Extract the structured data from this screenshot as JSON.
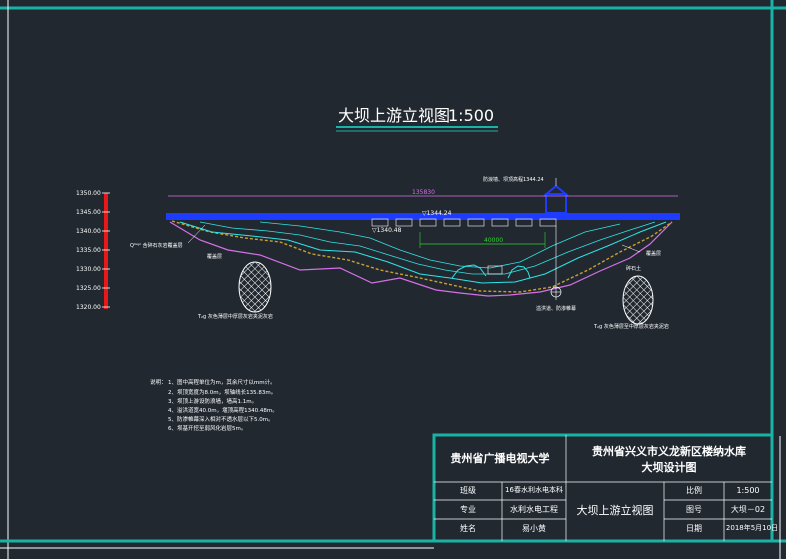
{
  "drawing": {
    "title": "大坝上游立视图",
    "scale_text": "1:500"
  },
  "elevation_scale": {
    "ticks": [
      "1350.00",
      "1345.00",
      "1340.00",
      "1335.00",
      "1330.00",
      "1325.00",
      "1320.00"
    ]
  },
  "dimensions": {
    "crest_length": "135830",
    "crest_elevation": "▽1344.24",
    "water_level": "▽1340.48",
    "spillway_width": "40000"
  },
  "annotations": {
    "top_note": "防浪墙、坝顶高程1344.24",
    "left_bank_1": "Q⁰ᵉᵖⁱ 含碎石灰岩覆盖层",
    "left_bank_2": "覆盖层",
    "right_bank_1": "覆盖层",
    "right_bank_2": "碎石土",
    "bottom_left": "T₂g 灰色薄层中厚层灰岩夹泥灰岩",
    "bottom_center": "溢洪道、防渗帷幕",
    "bottom_right": "T₂g 灰色薄层至中厚层灰岩夹泥岩"
  },
  "notes": {
    "heading": "说明：",
    "lines": [
      "1、图中高程单位为m，其余尺寸以mm计。",
      "2、坝顶宽度为8.0m，坝轴线长135.83m。",
      "3、坝顶上游设防浪墙，墙高1.1m。",
      "4、溢洪道宽40.0m，堰顶高程1340.48m。",
      "5、防渗帷幕深入相对不透水层以下5.0m。",
      "6、坝基开挖至弱风化岩层5m。"
    ]
  },
  "title_block": {
    "school": "贵州省广播电视大学",
    "project_line1": "贵州省兴义市义龙新区楼纳水库",
    "project_line2": "大坝设计图",
    "row_labels": [
      "班级",
      "专业",
      "姓名"
    ],
    "row_values": [
      "16春水利水电本科",
      "水利水电工程",
      "易小黄"
    ],
    "sheet_title": "大坝上游立视图",
    "right_labels": [
      "比例",
      "图号",
      "日期"
    ],
    "right_values": [
      "1:500",
      "大坝－02",
      "2018年5月10日"
    ]
  },
  "colors": {
    "background": "#212830",
    "border": "#19b3a5",
    "crest": "#1e3cff",
    "water": "#2ee6e6",
    "geology": "#d670e8",
    "bedrock": "#c8a030",
    "dimension": "#32d232",
    "scale_red": "#e81818"
  }
}
